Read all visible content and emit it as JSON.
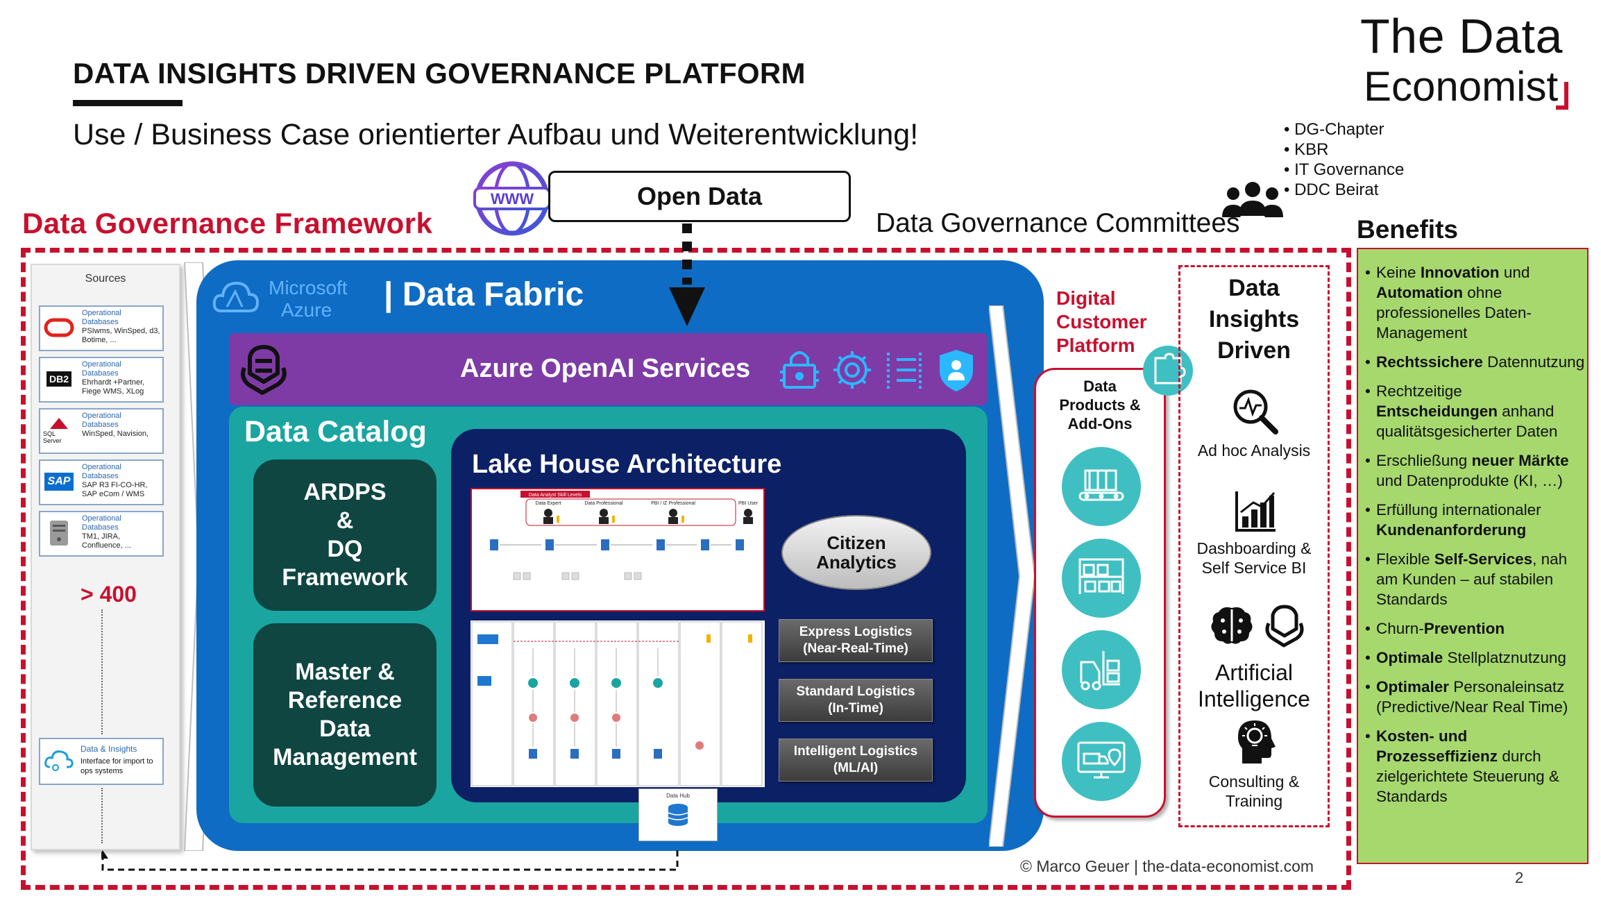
{
  "header": {
    "title": "DATA INSIGHTS DRIVEN GOVERNANCE PLATFORM",
    "subtitle": "Use / Business Case orientierter Aufbau und Weiterentwicklung!",
    "brand_line1": "The Data",
    "brand_line2": "Economist"
  },
  "committees": {
    "items": [
      "DG-Chapter",
      "KBR",
      "IT Governance",
      "DDC Beirat"
    ],
    "title": "Data Governance Committees"
  },
  "framework": {
    "title": "Data Governance Framework",
    "accent_color": "#c8102e"
  },
  "open_data": {
    "label": "Open Data",
    "www_text": "WWW"
  },
  "sources": {
    "title": "Sources",
    "cards": [
      {
        "logo": "oracle-logo",
        "type": "Operational\nDatabases",
        "desc": "PSIwms, WinSped, d3, Botime, ..."
      },
      {
        "logo": "DB2",
        "type": "Operational\nDatabases",
        "desc": "Ehrhardt +Partner, Fiege WMS, XLog"
      },
      {
        "logo": "SQL Server",
        "type": "Operational\nDatabases",
        "desc": "WinSped, Navision,"
      },
      {
        "logo": "SAP",
        "type": "Operational\nDatabases",
        "desc": "SAP R3 FI-CO-HR, SAP eCom / WMS"
      },
      {
        "logo": "server-logo",
        "type": "Operational\nDatabases",
        "desc": "TM1, JIRA, Confluence, ..."
      }
    ],
    "count": "> 400",
    "bottom_title": "Data & Insights",
    "bottom_desc": "Interface for import to ops systems"
  },
  "fabric": {
    "azure_line1": "Microsoft",
    "azure_line2": "Azure",
    "title": "| Data Fabric",
    "color": "#0f6cc4"
  },
  "openai": {
    "title": "Azure OpenAI Services",
    "color": "#7e3ba6"
  },
  "catalog": {
    "title": "Data Catalog",
    "ardps": "ARDPS\n&\nDQ\nFramework",
    "master": "Master &\nReference\nData\nManagement",
    "color": "#1aa5a0"
  },
  "lakehouse": {
    "title": "Lake House Architecture",
    "citizen": "Citizen\nAnalytics",
    "logistics": [
      "Express Logistics\n(Near-Real-Time)",
      "Standard Logistics\n(In-Time)",
      "Intelligent Logistics\n(ML/AI)"
    ],
    "skill_label": "Data Analyst Skill Levels",
    "roles": [
      "Data Expert",
      "Data Professional",
      "PBI / IZ Professional",
      "PBI User"
    ],
    "data_hub": "Data Hub"
  },
  "dcp": {
    "title": "Digital\nCustomer\nPlatform",
    "subtitle": "Data\nProducts &\nAdd-Ons"
  },
  "did": {
    "title": "Data\nInsights\nDriven",
    "items": [
      "Ad hoc Analysis",
      "Dashboarding &\nSelf Service BI",
      "Artificial\nIntelligence",
      "Consulting &\nTraining"
    ]
  },
  "benefits": {
    "title": "Benefits",
    "items": [
      [
        {
          "b": false,
          "t": "Keine "
        },
        {
          "b": true,
          "t": "Innovation"
        },
        {
          "b": false,
          "t": " und "
        },
        {
          "b": true,
          "t": "Automation"
        },
        {
          "b": false,
          "t": " ohne professionelles Daten-Management"
        }
      ],
      [
        {
          "b": true,
          "t": "Rechtssichere"
        },
        {
          "b": false,
          "t": " Datennutzung"
        }
      ],
      [
        {
          "b": false,
          "t": "Rechtzeitige "
        },
        {
          "b": true,
          "t": "Entscheidungen"
        },
        {
          "b": false,
          "t": " anhand qualitätsgesicherter Daten"
        }
      ],
      [
        {
          "b": false,
          "t": "Erschließung "
        },
        {
          "b": true,
          "t": "neuer Märkte"
        },
        {
          "b": false,
          "t": " und Datenprodukte (KI, …)"
        }
      ],
      [
        {
          "b": false,
          "t": "Erfüllung internationaler "
        },
        {
          "b": true,
          "t": "Kundenanforderung"
        }
      ],
      [
        {
          "b": false,
          "t": "Flexible "
        },
        {
          "b": true,
          "t": "Self-Services"
        },
        {
          "b": false,
          "t": ", nah am Kunden – auf stabilen Standards"
        }
      ],
      [
        {
          "b": false,
          "t": "Churn-"
        },
        {
          "b": true,
          "t": "Prevention"
        }
      ],
      [
        {
          "b": true,
          "t": "Optimale"
        },
        {
          "b": false,
          "t": " Stellplatznutzung"
        }
      ],
      [
        {
          "b": true,
          "t": "Optimaler"
        },
        {
          "b": false,
          "t": " Personaleinsatz (Predictive/Near Real Time)"
        }
      ],
      [
        {
          "b": true,
          "t": "Kosten- und Prozesseffizienz"
        },
        {
          "b": false,
          "t": " durch zielgerichtete Steuerung & Standards"
        }
      ]
    ],
    "color": "#a6d86e"
  },
  "footer": {
    "copyright": "© Marco Geuer | the-data-economist.com",
    "page_number": "2"
  }
}
